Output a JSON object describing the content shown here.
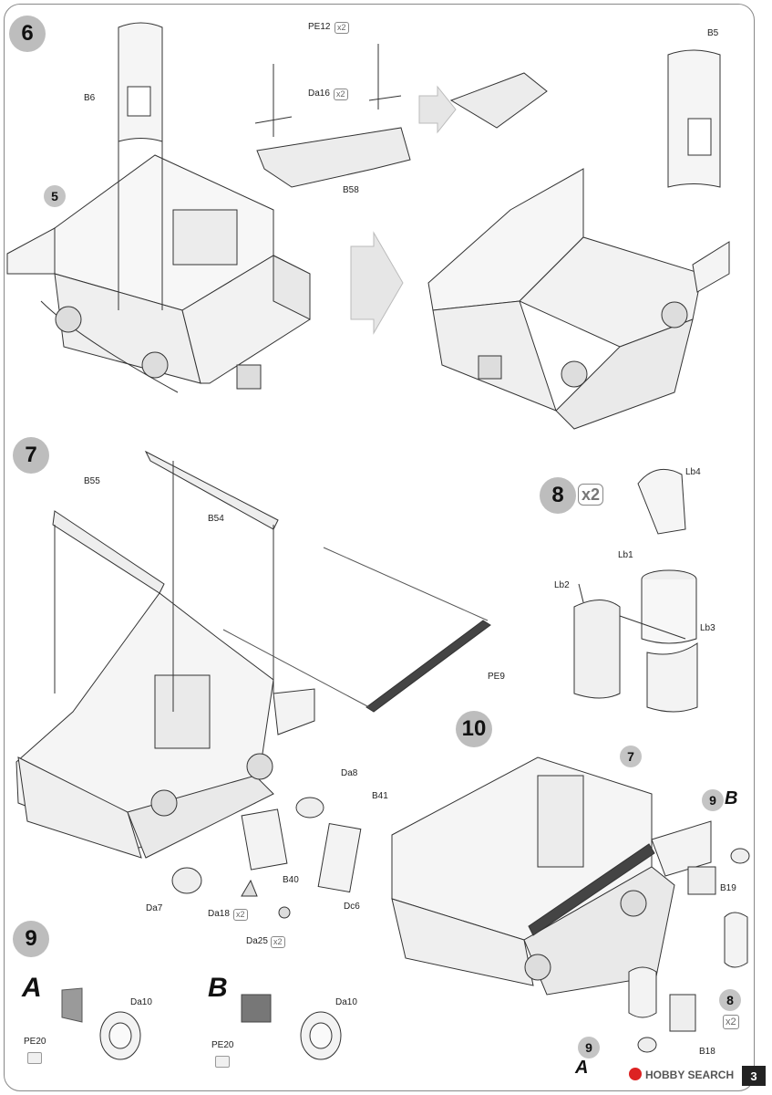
{
  "steps": {
    "s6": {
      "number": "6",
      "labels": {
        "pe12": "PE12",
        "pe12_qty": "x2",
        "da16": "Da16",
        "da16_qty": "x2",
        "b58": "B58",
        "b6": "B6",
        "b5": "B5",
        "ref5": "5"
      }
    },
    "s7": {
      "number": "7",
      "labels": {
        "b55": "B55",
        "b54": "B54",
        "pe9": "PE9",
        "da8": "Da8",
        "b41": "B41",
        "b40": "B40",
        "dc6": "Dc6",
        "da7": "Da7",
        "da18": "Da18",
        "da18_qty": "x2",
        "da25": "Da25",
        "da25_qty": "x2"
      }
    },
    "s8": {
      "number": "8",
      "multiplier": "x2",
      "labels": {
        "lb4": "Lb4",
        "lb1": "Lb1",
        "lb2": "Lb2",
        "lb3": "Lb3"
      }
    },
    "s9": {
      "number": "9",
      "variant_a": "A",
      "variant_b": "B",
      "labels": {
        "a_da10": "Da10",
        "a_pe20": "PE20",
        "b_da10": "Da10",
        "b_pe20": "PE20"
      }
    },
    "s10": {
      "number": "10",
      "labels": {
        "ref7": "7",
        "ref9b": "9",
        "letter_b": "B",
        "b19": "B19",
        "ref8": "8",
        "qty_x2": "x2",
        "b18": "B18",
        "ref9a": "9",
        "letter_a": "A"
      }
    }
  },
  "footer": {
    "watermark": "HOBBY SEARCH",
    "page": "3"
  }
}
